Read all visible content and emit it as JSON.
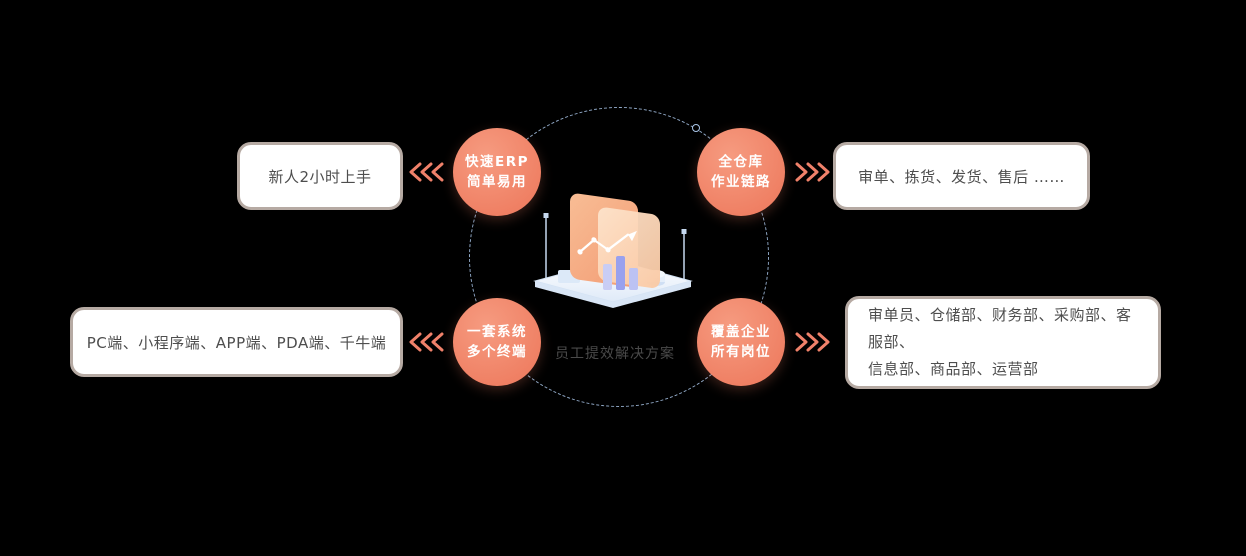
{
  "colors": {
    "accent": "#EF7F63",
    "box_border": "#B6AAA3",
    "orbit_dashed": "#A9C5E8",
    "box_text": "#4E4E4E",
    "node_text": "#FFFFFF"
  },
  "center": {
    "title": "员工提效解决方案"
  },
  "nodes": [
    {
      "label1": "快速ERP",
      "label2": "简单易用",
      "result": "新人2小时上手"
    },
    {
      "label1": "全仓库",
      "label2": "作业链路",
      "result": "审单、拣货、发货、售后 ……"
    },
    {
      "label1": "一套系统",
      "label2": "多个终端",
      "result": "PC端、小程序端、APP端、PDA端、千牛端"
    },
    {
      "label1": "覆盖企业",
      "label2": "所有岗位",
      "result": "审单员、仓储部、财务部、采购部、客服部、\n信息部、商品部、运营部"
    }
  ]
}
